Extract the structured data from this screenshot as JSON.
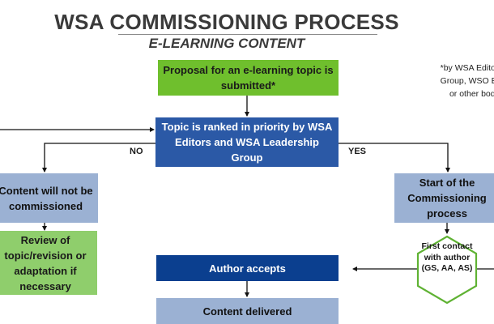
{
  "header": {
    "title": "WSA COMMISSIONING PROCESS",
    "subtitle": "E-LEARNING CONTENT"
  },
  "footnote": {
    "lines": [
      "*by WSA Editors, W",
      "Group, WSO Educa",
      "or other bodies"
    ]
  },
  "nodes": {
    "proposal": "Proposal for an e-learning topic is submitted*",
    "ranked": "Topic is ranked in priority by WSA Editors and WSA Leadership Group",
    "not_commissioned": "Content will not be commissioned",
    "review": "Review of topic/revision or adaptation if necessary",
    "start": "Start of the Commissioning process",
    "first_contact": "First contact with author (GS, AA, AS)",
    "author_accepts": "Author accepts",
    "content_delivered": "Content delivered"
  },
  "edges": {
    "no_label": "NO",
    "yes_label": "YES"
  },
  "colors": {
    "green": "#6fbf2d",
    "light_green": "#8fce6c",
    "blue": "#2b59a6",
    "navy": "#0b3f8f",
    "light_blue": "#9bb1d3",
    "title_gray": "#3a3a3a"
  }
}
